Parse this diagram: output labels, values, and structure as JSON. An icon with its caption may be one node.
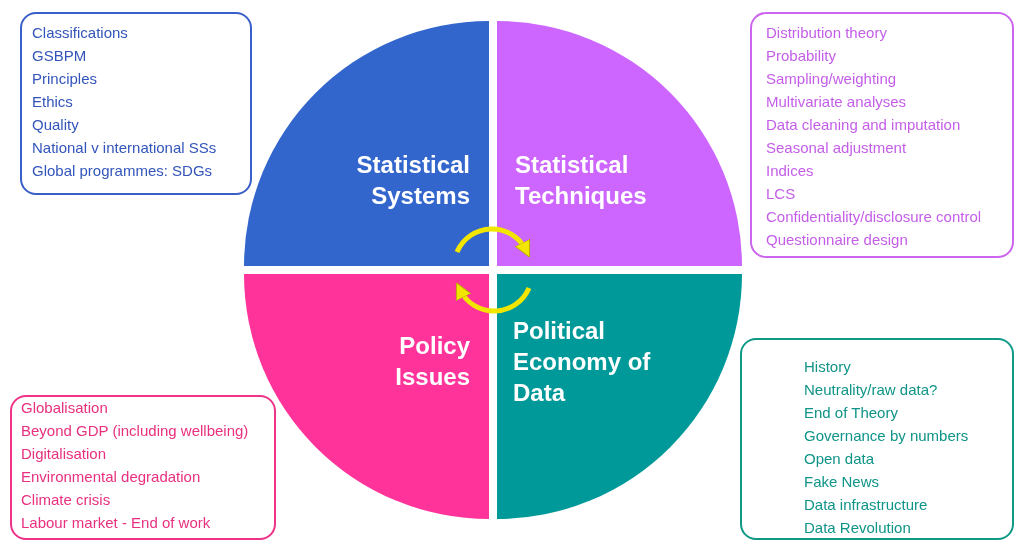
{
  "diagram": {
    "nodes": [
      {
        "text": [
          "Classifications",
          "GSBPM",
          "Principles",
          "Ethics",
          "Quality",
          "National v international SSs",
          "Global programmes: SDGs"
        ]
      },
      {
        "text": [
          "Distribution theory",
          "Probability",
          "Sampling/weighting",
          "Multivariate analyses",
          "Data cleaning and imputation",
          "Seasonal adjustment",
          "Indices",
          "LCS",
          "Confidentiality/disclosure control",
          "Questionnaire design"
        ]
      },
      {
        "text": [
          "Statistical Systems"
        ]
      },
      {
        "text": [
          "Statistical Techniques"
        ]
      },
      {
        "text": [
          "Policy Issues"
        ]
      },
      {
        "text": [
          "Political Economy of Data"
        ]
      },
      {
        "text": [
          "History",
          "Neutrality/raw data?",
          "End of Theory",
          "Governance by numbers",
          "Open data",
          "Fake News",
          "Data infrastructure",
          "Data Revolution"
        ]
      },
      {
        "text": [
          "Globalisation",
          "Beyond GDP (including wellbeing)",
          "Digitalisation",
          "Environmental degradation",
          "Climate crisis",
          "Labour market - End of work"
        ]
      }
    ],
    "edges": [
      {
        "from": 2,
        "to": 3,
        "arrow": "to"
      },
      {
        "from": 5,
        "to": 4,
        "arrow": "to"
      }
    ]
  }
}
